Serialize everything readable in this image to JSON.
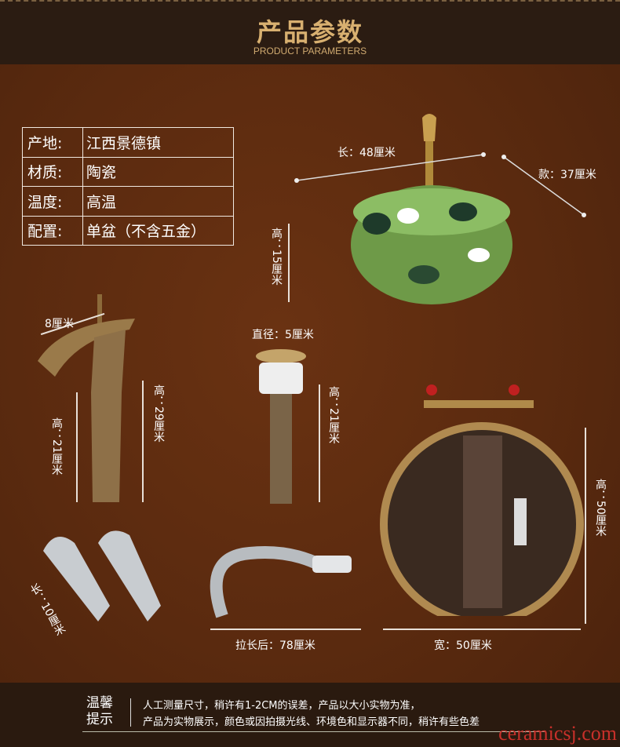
{
  "header": {
    "title": "产品参数",
    "subtitle": "PRODUCT PARAMETERS"
  },
  "specs": [
    {
      "key": "产地:",
      "value": "江西景德镇"
    },
    {
      "key": "材质:",
      "value": "陶瓷"
    },
    {
      "key": "温度:",
      "value": "高温"
    },
    {
      "key": "配置:",
      "value": "单盆（不含五金）"
    }
  ],
  "dimensions": {
    "basin_length": "长：48厘米",
    "basin_width": "款：37厘米",
    "basin_height": "高：15厘米",
    "faucet_spout": "8厘米",
    "faucet_body_height": "高：21厘米",
    "faucet_total_height": "高：29厘米",
    "drain_diameter": "直径：5厘米",
    "drain_height": "高：21厘米",
    "mirror_height": "高：50厘米",
    "mirror_width": "宽：50厘米",
    "valve_length": "长：10厘米",
    "hose_length": "拉长后：78厘米"
  },
  "footer": {
    "tip_label": "温馨提示",
    "line1": "人工测量尺寸，稍许有1-2CM的误差，产品以大小实物为准，",
    "line2": "产品为实物展示，颜色或因拍摄光线、环境色和显示器不同，稍许有些色差"
  },
  "watermark": "ceramicsj.com"
}
